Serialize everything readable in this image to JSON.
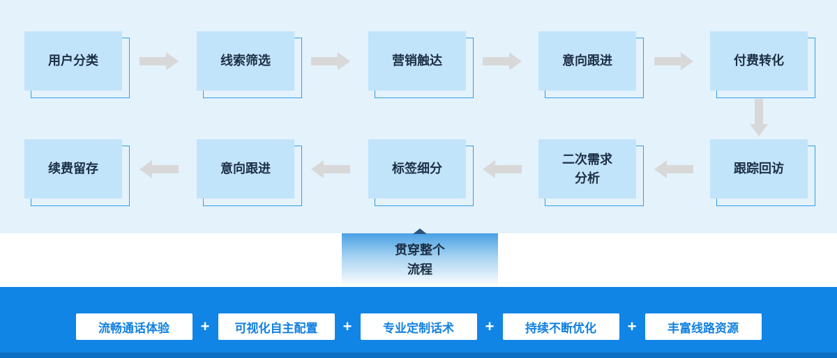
{
  "flow": {
    "row1": [
      {
        "label": "用户分类"
      },
      {
        "label": "线索筛选"
      },
      {
        "label": "营销触达"
      },
      {
        "label": "意向跟进"
      },
      {
        "label": "付费转化"
      }
    ],
    "row2": [
      {
        "label": "续费留存"
      },
      {
        "label": "意向跟进"
      },
      {
        "label": "标签细分"
      },
      {
        "label": "二次需求分析"
      },
      {
        "label": "跟踪回访"
      }
    ],
    "center_note": "贯穿整个流程"
  },
  "features": {
    "separator": "+",
    "items": [
      {
        "label": "流畅通话体验"
      },
      {
        "label": "可视化自主配置"
      },
      {
        "label": "专业定制话术"
      },
      {
        "label": "持续不断优化"
      },
      {
        "label": "丰富线路资源"
      }
    ]
  },
  "colors": {
    "top_bg": "#e4f2fc",
    "box_fill": "#c2e4fa",
    "box_outline": "#2e9fe6",
    "arrow": "#d8d8d8",
    "label_text": "#1c2f45",
    "center_gradient_top": "#49a0e5",
    "bottom_bar": "#1185e6",
    "pill_text": "#1180e0",
    "plus_text": "#ffffff"
  }
}
